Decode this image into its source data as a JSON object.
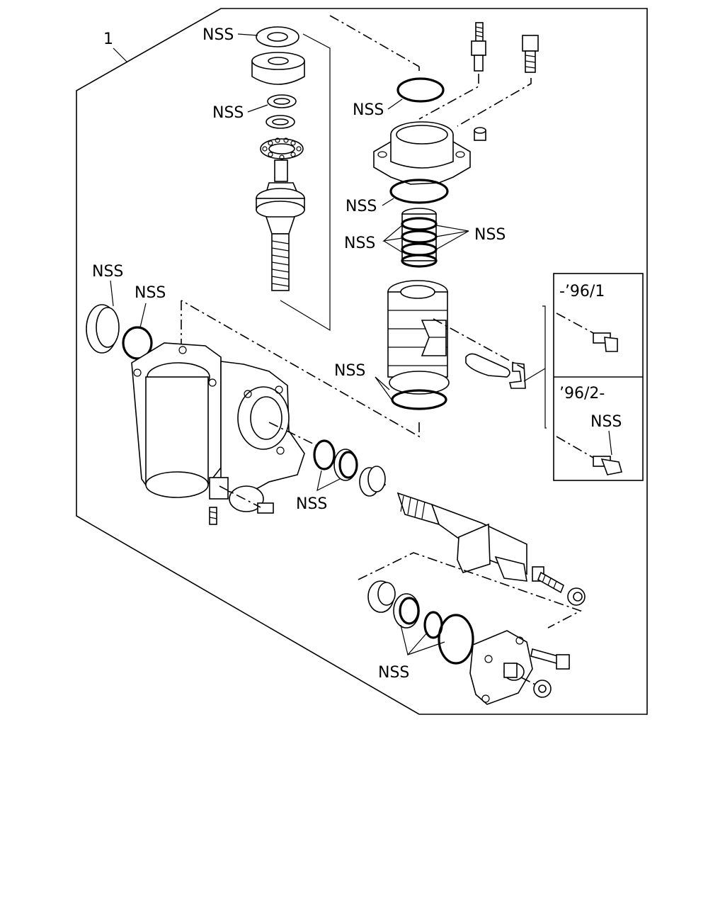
{
  "assembly_callout": "1",
  "not_serviced_separately": "NSS",
  "inset": {
    "row_1": "-’96/1",
    "row_2": "’96/2-",
    "row_2_note": "NSS"
  }
}
